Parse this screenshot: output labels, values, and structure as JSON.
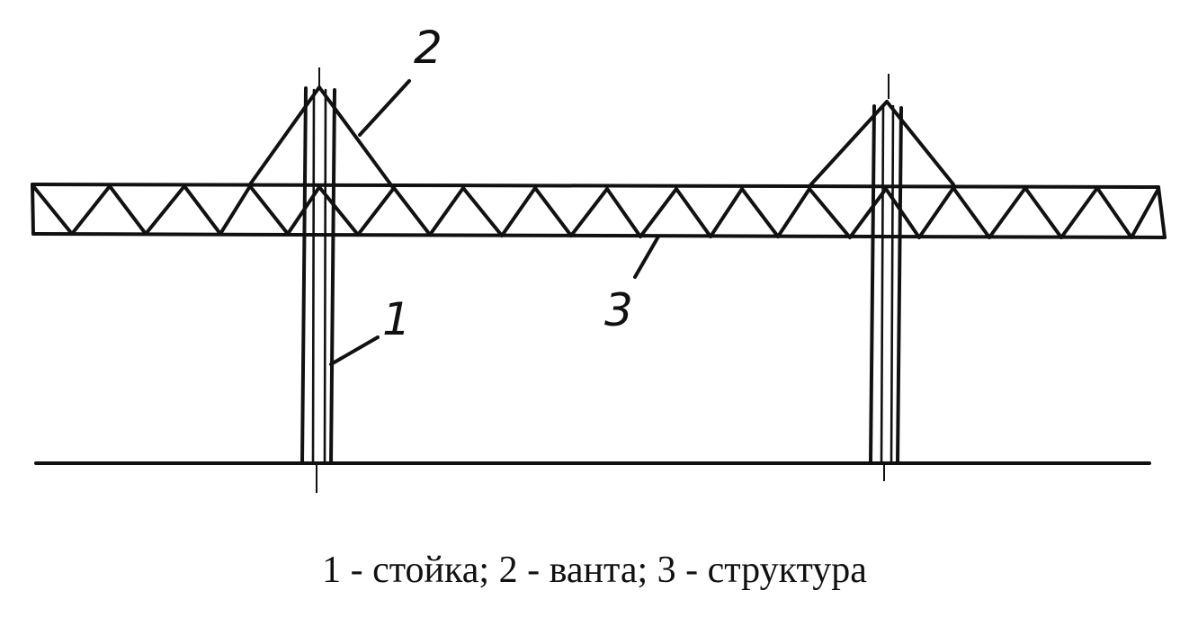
{
  "labels": {
    "label_1": "1",
    "label_2": "2",
    "label_3": "3"
  },
  "caption": "1 - стойка; 2 - ванта; 3 - структура"
}
